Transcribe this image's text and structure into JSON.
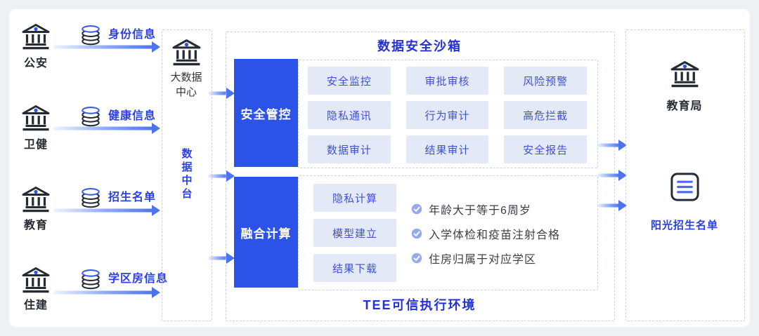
{
  "sources": [
    {
      "org": "公安",
      "data": "身份信息"
    },
    {
      "org": "卫健",
      "data": "健康信息"
    },
    {
      "org": "教育",
      "data": "招生名单"
    },
    {
      "org": "住建",
      "data": "学区房信息"
    }
  ],
  "hub": {
    "name_line1": "大数据",
    "name_line2": "中心",
    "platform": "数据中台"
  },
  "sandbox": {
    "title": "数据安全沙箱",
    "footer": "TEE可信执行环境",
    "security": {
      "label": "安全管控",
      "chips": [
        "安全监控",
        "审批审核",
        "风险预警",
        "隐私通讯",
        "行为审计",
        "高危拦截",
        "数据审计",
        "结果审计",
        "安全报告"
      ]
    },
    "compute": {
      "label": "融合计算",
      "chips": [
        "隐私计算",
        "模型建立",
        "结果下载"
      ],
      "rules": [
        "年龄大于等于6周岁",
        "入学体检和疫苗注射合格",
        "住房归属于对应学区"
      ]
    }
  },
  "output": {
    "org": "教育局",
    "result": "阳光招生名单"
  },
  "colors": {
    "accent_blue": "#2b53e8",
    "deep_blue_text": "#2430d8",
    "link_blue_text": "#2c41e0",
    "chip_bg": "#e4e9f8",
    "chip_text": "#3f52cc",
    "arrow_blue": "#4d74ee",
    "check_fill": "#96abec",
    "dash_border": "#ccd2de"
  }
}
